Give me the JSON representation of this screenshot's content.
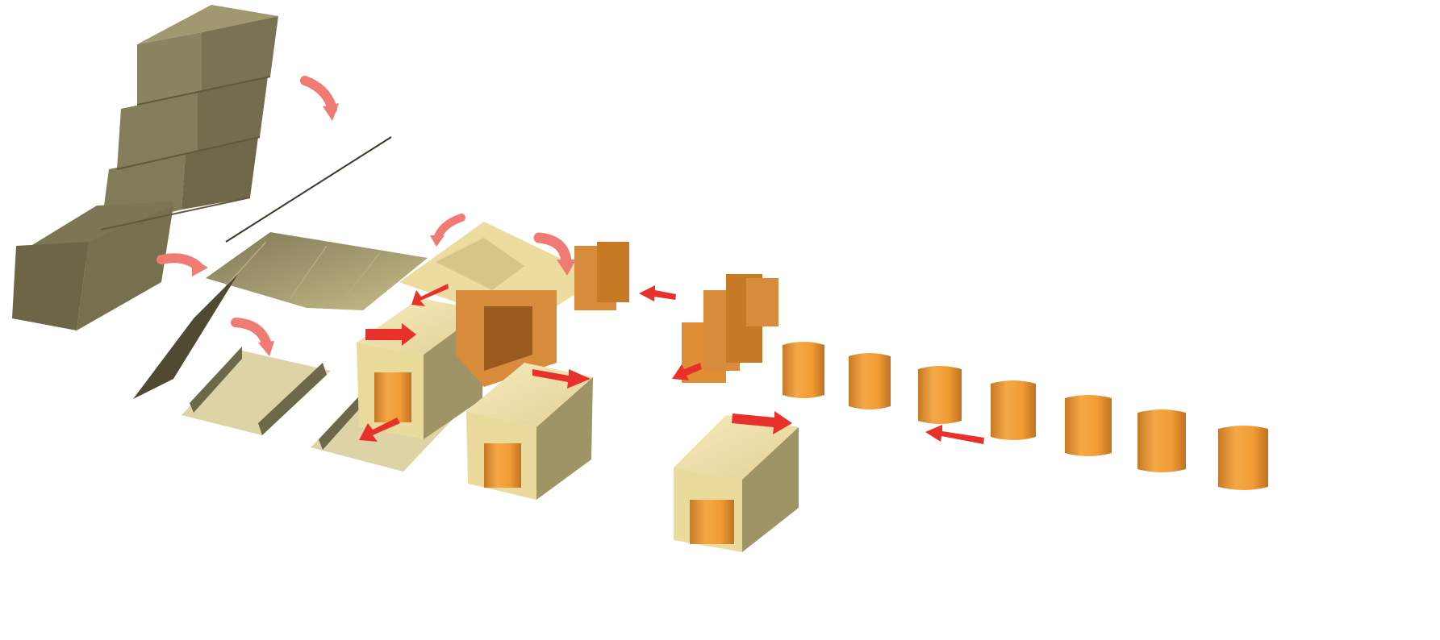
{
  "palette": {
    "stack_light": "#8a8262",
    "stack_mid": "#75704f",
    "stack_dark": "#5f5a3e",
    "blank_sheet": "#8f8864",
    "tray_inner": "#d8cfa0",
    "tray_side": "#6d6849",
    "box_top": "#f1e4ad",
    "box_front": "#e9d89a",
    "box_side": "#9e9466",
    "product": "#f2a03c",
    "product_dark": "#c9721d",
    "support": "#d88b3a",
    "support_dark": "#9a5a1d",
    "arrow": "#e8312a",
    "curved_arrow": "#ef7b73"
  },
  "steps": [
    {
      "id": "blank-stack",
      "icon": "stacked-blanks"
    },
    {
      "id": "unfold-blank",
      "icon": "flat-blank"
    },
    {
      "id": "tray-forming",
      "icon": "open-tray"
    },
    {
      "id": "tray-with-product",
      "icon": "tray-with-product"
    },
    {
      "id": "sleeve-wrap",
      "icon": "wrapped-box"
    },
    {
      "id": "lid-closing",
      "icon": "folding-lid"
    },
    {
      "id": "finished-box",
      "icon": "closed-box"
    },
    {
      "id": "conveyed-box",
      "icon": "closed-box"
    },
    {
      "id": "product-stream",
      "icon": "cylinder-products"
    }
  ]
}
